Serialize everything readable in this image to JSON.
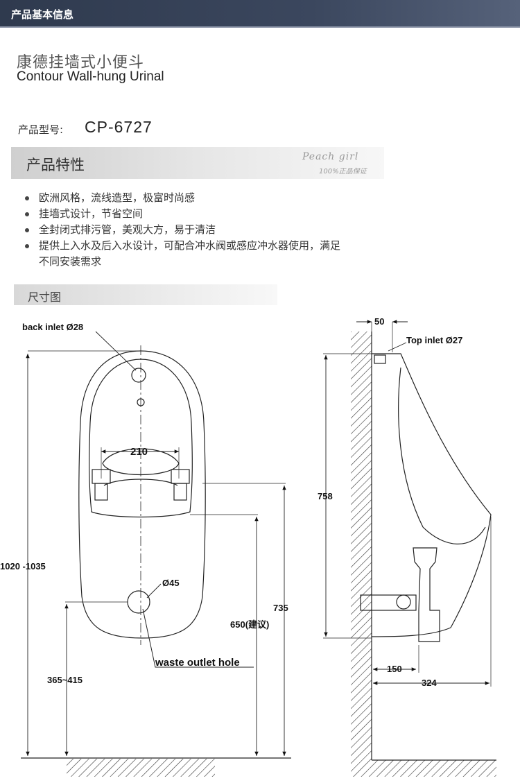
{
  "header": {
    "section_title": "产品基本信息"
  },
  "product": {
    "name_cn": "康德挂墙式小便斗",
    "name_en": "Contour Wall-hung Urinal",
    "model_label": "产品型号:",
    "model_value": "CP-6727"
  },
  "features_section": {
    "title": "产品特性",
    "watermark_line1": "Peach  girl",
    "watermark_line2": "100%正品保证",
    "items": [
      "欧洲风格，流线造型，极富时尚感",
      "挂墙式设计，节省空间",
      "全封闭式排污管，美观大方，易于清洁",
      "提供上入水及后入水设计，可配合冲水阀或感应冲水器使用，满足不同安装需求"
    ]
  },
  "dimensions_section": {
    "title": "尺寸图"
  },
  "drawing": {
    "front": {
      "back_inlet": "back inlet Ø28",
      "spacing_210": "210",
      "height_1020": "1020 -1035",
      "outlet_d45": "Ø45",
      "height_735": "735",
      "height_650": "650(建议)",
      "waste_outlet": "waste outlet hole",
      "height_365": "365~415"
    },
    "side": {
      "dim_50": "50",
      "top_inlet": "Top inlet Ø27",
      "height_758": "758",
      "dim_150": "150",
      "dim_324": "324"
    }
  }
}
